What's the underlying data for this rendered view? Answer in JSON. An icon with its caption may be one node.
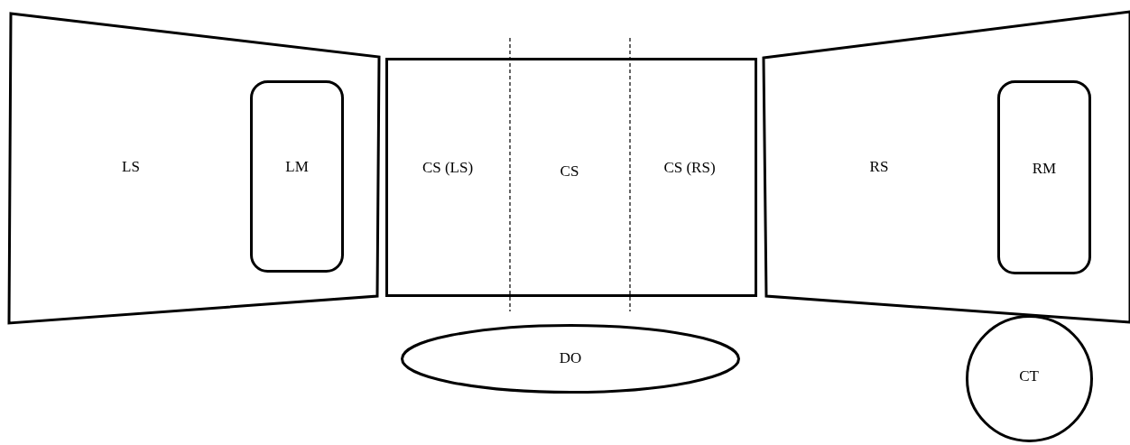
{
  "diagram": {
    "nodes": [
      {
        "text": [
          "LS"
        ]
      },
      {
        "text": [
          "LM"
        ],
        "in": 0
      },
      {
        "text": [],
        "shape": "box"
      },
      {
        "text": [
          "CS (LS)"
        ],
        "in": 2
      },
      {
        "text": [
          "CS"
        ],
        "in": 2
      },
      {
        "text": [
          "CS (RS)"
        ],
        "in": 2
      },
      {
        "text": [
          "RS"
        ]
      },
      {
        "text": [
          "RM"
        ],
        "in": 6
      },
      {
        "text": [
          "DO"
        ]
      },
      {
        "text": [
          "CT"
        ]
      }
    ],
    "edges": []
  }
}
